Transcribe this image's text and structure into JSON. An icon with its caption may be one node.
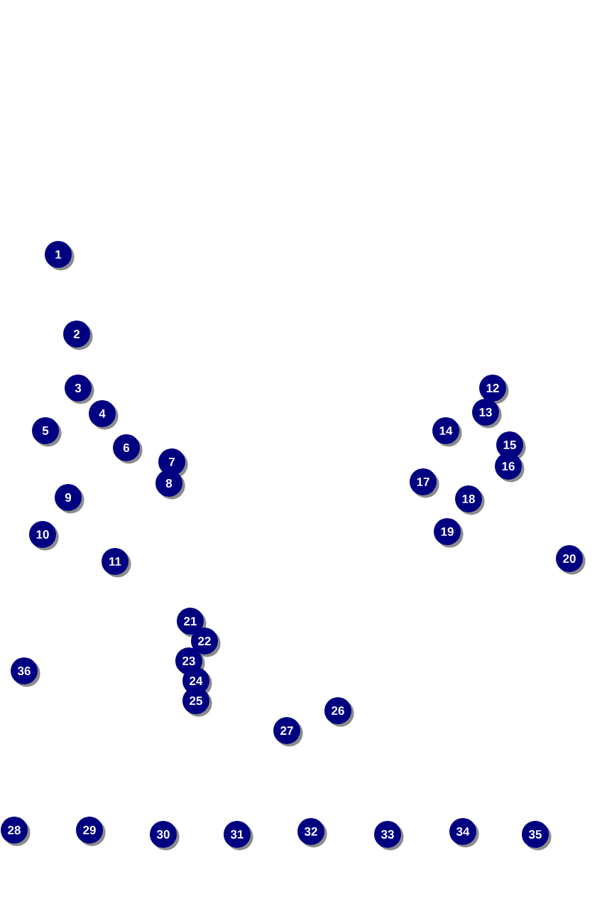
{
  "diagram": {
    "labels": [
      "1",
      "2",
      "3",
      "4",
      "5",
      "6",
      "7",
      "8",
      "9",
      "10",
      "11",
      "12",
      "13",
      "14",
      "15",
      "16",
      "17",
      "18",
      "19",
      "20",
      "21",
      "22",
      "23",
      "24",
      "25",
      "26",
      "27",
      "28",
      "29",
      "30",
      "31",
      "32",
      "33",
      "34",
      "35",
      "36"
    ]
  }
}
